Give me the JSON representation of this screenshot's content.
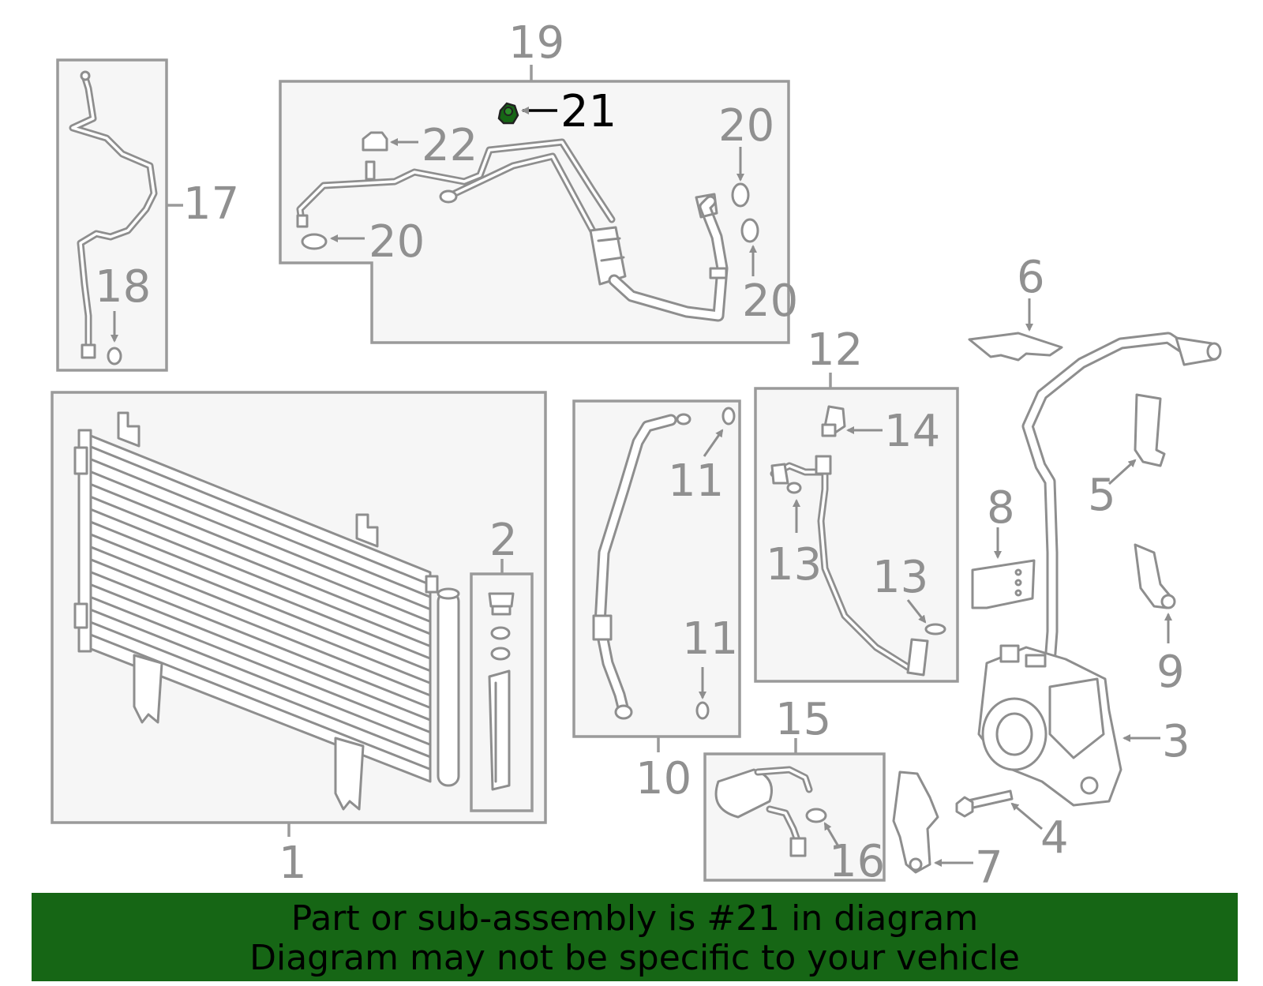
{
  "callouts": {
    "c1": "1",
    "c2": "2",
    "c3": "3",
    "c4": "4",
    "c5": "5",
    "c6": "6",
    "c7": "7",
    "c8": "8",
    "c9": "9",
    "c10": "10",
    "c11a": "11",
    "c11b": "11",
    "c12": "12",
    "c13a": "13",
    "c13b": "13",
    "c14": "14",
    "c15": "15",
    "c16": "16",
    "c17": "17",
    "c18": "18",
    "c19": "19",
    "c20a": "20",
    "c20b": "20",
    "c20c": "20",
    "c21": "21",
    "c22": "22"
  },
  "highlight": {
    "part_number": "21",
    "color": "#166615"
  },
  "banner": {
    "line1": "Part or sub-assembly is #21 in diagram",
    "line2": "Diagram may not be specific to your vehicle",
    "background": "#166615"
  }
}
